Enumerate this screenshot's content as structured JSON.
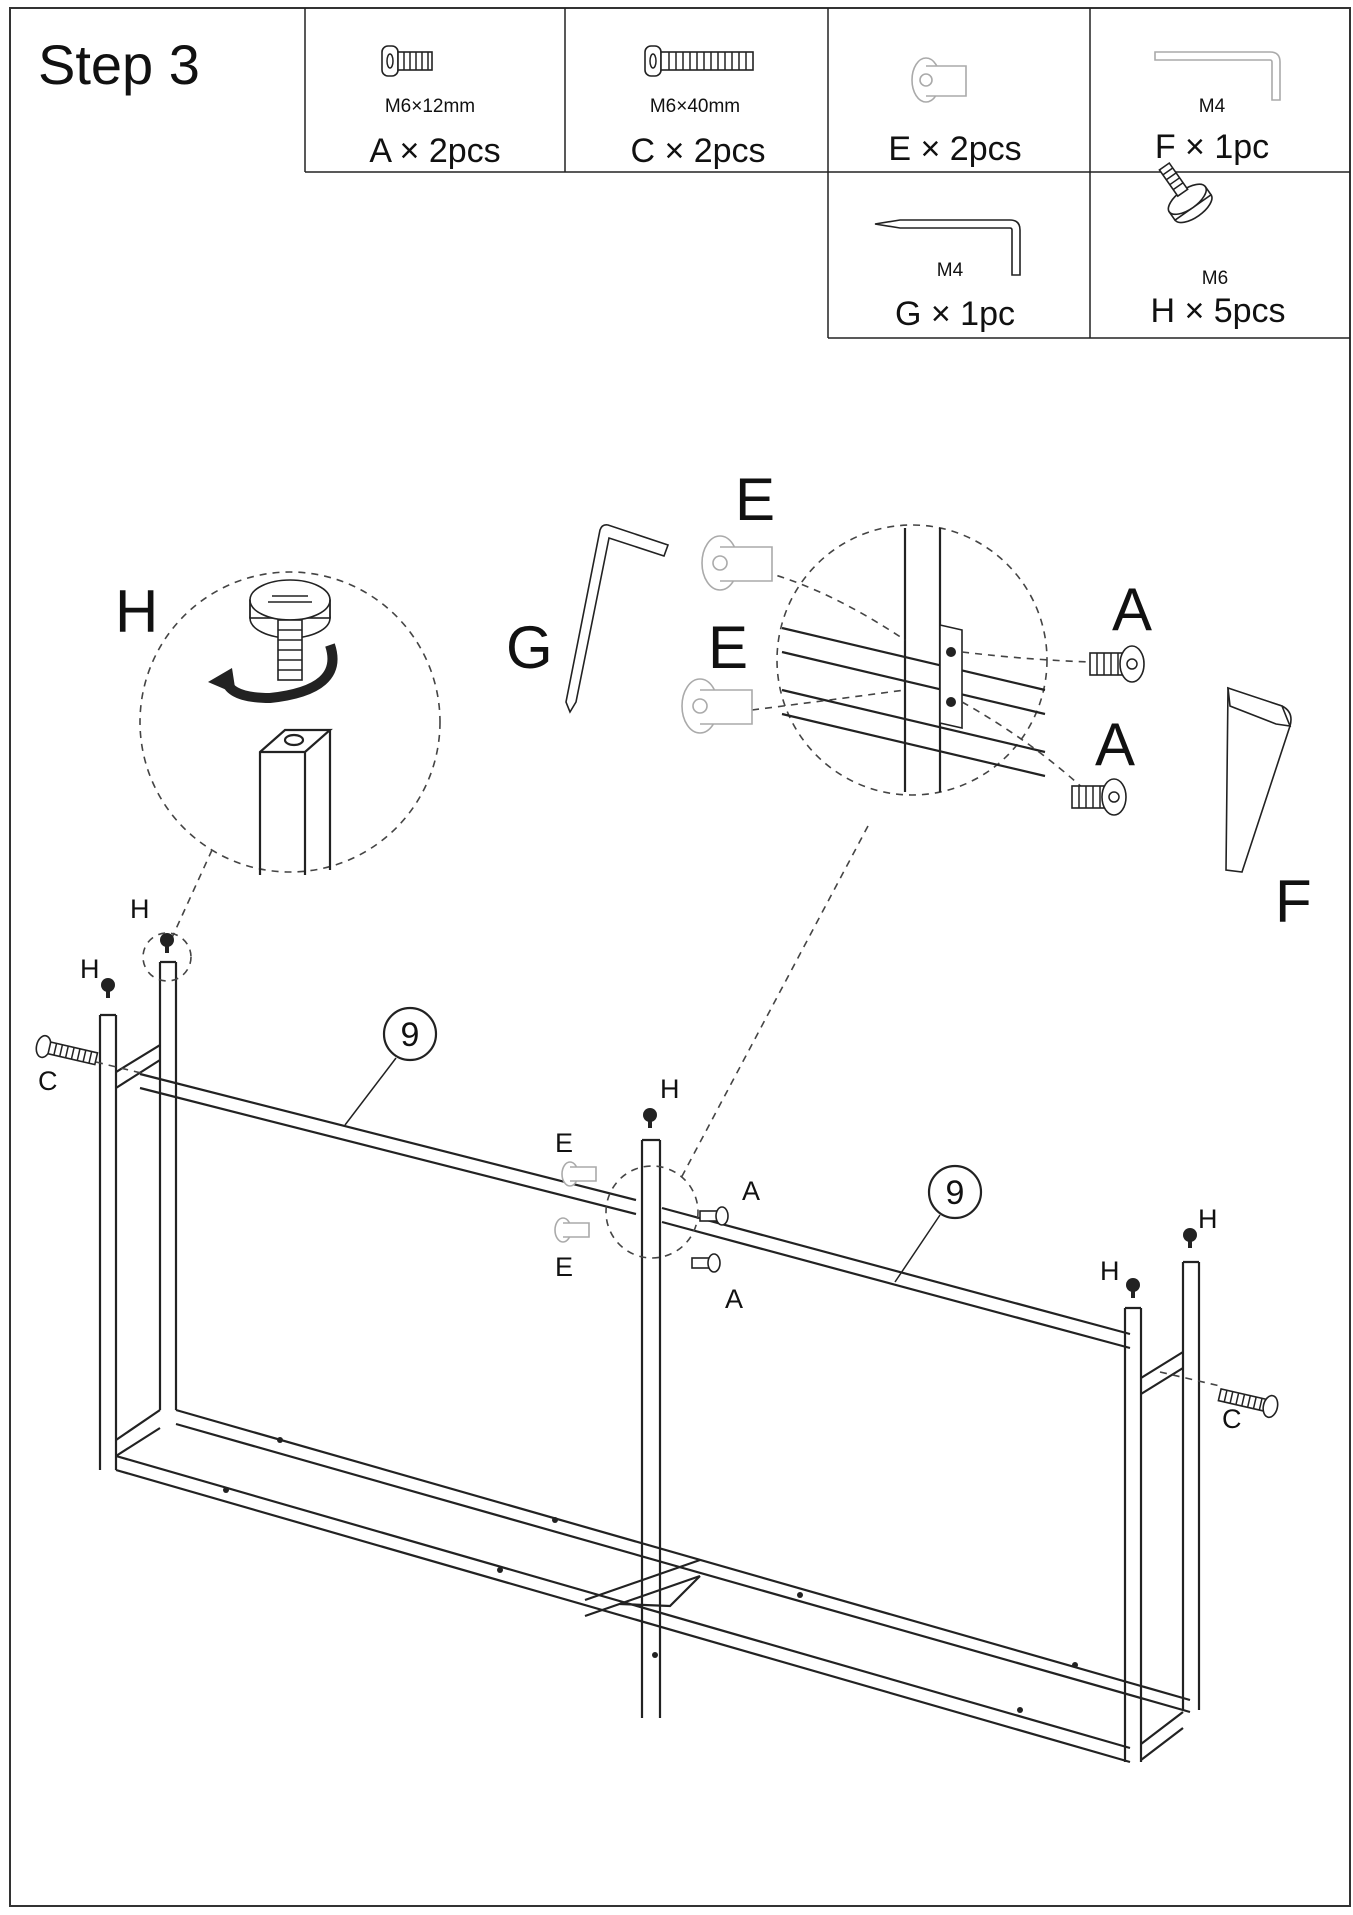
{
  "step_title": "Step 3",
  "hardware": [
    {
      "id": "A",
      "spec": "M6×12mm",
      "qty": "A × 2pcs",
      "icon": "short-bolt-icon"
    },
    {
      "id": "C",
      "spec": "M6×40mm",
      "qty": "C × 2pcs",
      "icon": "long-bolt-icon"
    },
    {
      "id": "E",
      "spec": "",
      "qty": "E × 2pcs",
      "icon": "barrel-nut-icon"
    },
    {
      "id": "F",
      "spec": "M4",
      "qty": "F × 1pc",
      "icon": "allen-key-icon"
    },
    {
      "id": "G",
      "spec": "M4",
      "qty": "G × 1pc",
      "icon": "allen-key-icon"
    },
    {
      "id": "H",
      "spec": "M6",
      "qty": "H × 5pcs",
      "icon": "leveling-foot-icon"
    }
  ],
  "diagram": {
    "part_number": "9",
    "labels": {
      "A": "A",
      "C": "C",
      "E": "E",
      "F": "F",
      "G": "G",
      "H": "H"
    }
  }
}
